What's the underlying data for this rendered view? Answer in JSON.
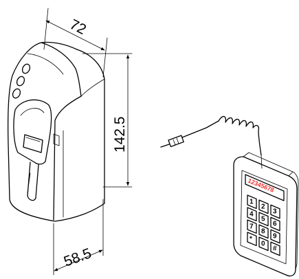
{
  "dimensions": {
    "width_label": "72",
    "height_label": "142.5",
    "depth_label": "58.5"
  },
  "keypad": {
    "display_text": "12345678",
    "display_color": "#e8312f",
    "keys": [
      "1",
      "2",
      "3",
      "4",
      "5",
      "6",
      "7",
      "8",
      "9",
      "*",
      "0",
      "#"
    ]
  }
}
